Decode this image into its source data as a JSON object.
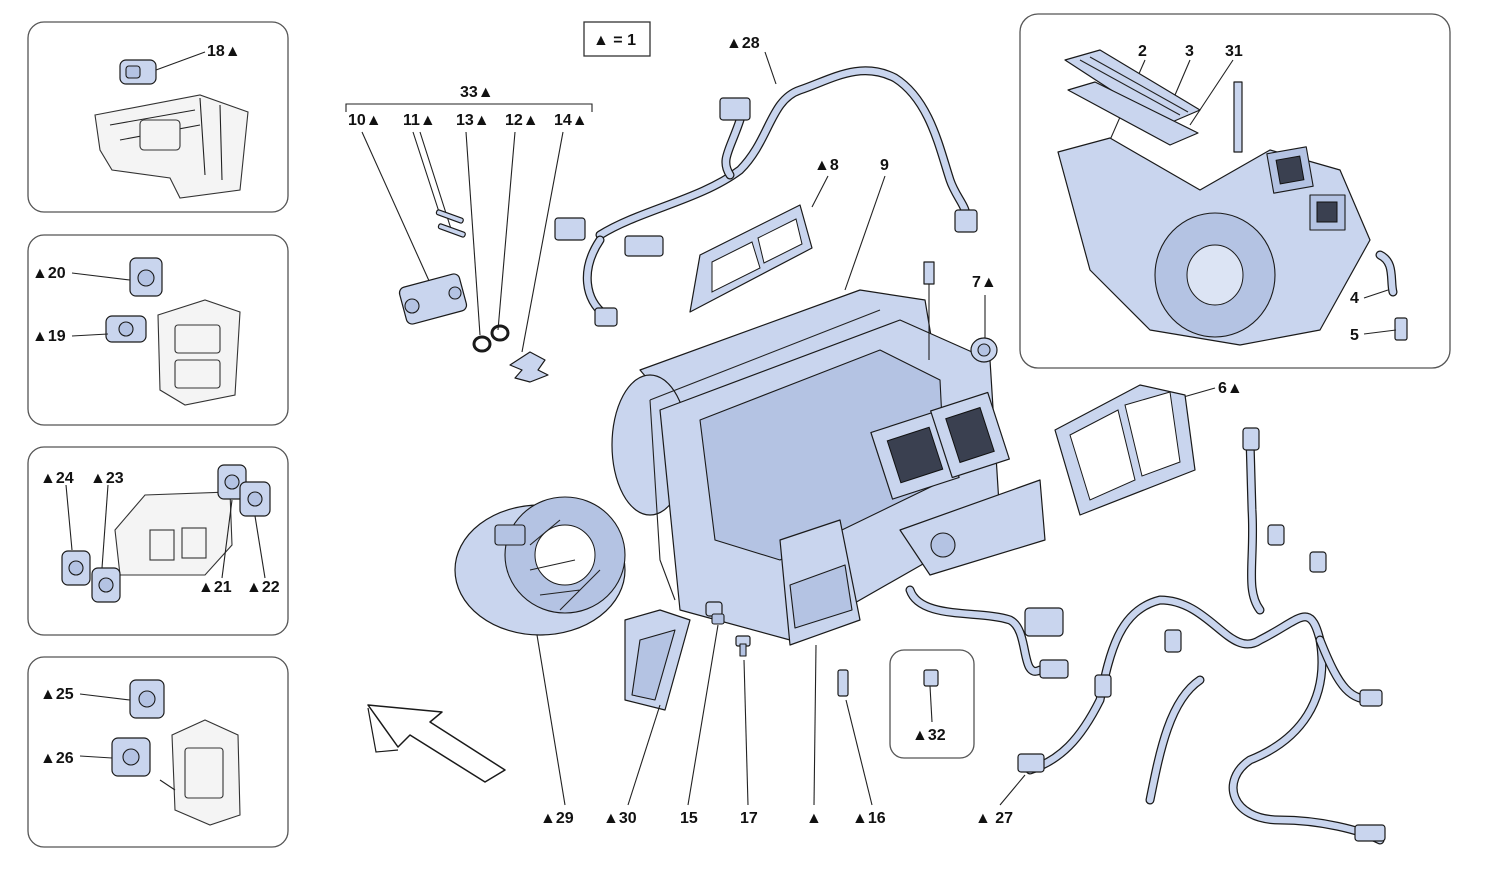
{
  "legend": {
    "text": "▲ = 1"
  },
  "callouts": {
    "c1": "2",
    "c2": "3",
    "c3": "31",
    "c4": "4",
    "c5": "5",
    "c6": "6▲",
    "c7": "7▲",
    "c8": "▲8",
    "c9": "9",
    "c10": "10▲",
    "c11": "11▲",
    "c12": "12▲",
    "c13": "13▲",
    "c14": "14▲",
    "c15": "15",
    "c16": "▲16",
    "c17": "17",
    "c18": "18▲",
    "c19": "▲19",
    "c20": "▲20",
    "c21": "▲21",
    "c22": "▲22",
    "c23": "▲23",
    "c24": "▲24",
    "c25": "▲25",
    "c26": "▲26",
    "c27": "▲ 27",
    "c28": "▲28",
    "c29": "▲29",
    "c30": "▲30",
    "c32": "▲32",
    "c33": "33▲",
    "cA": "▲"
  },
  "colors": {
    "part_fill": "#c9d5ee",
    "outline": "#1a1a1a",
    "panel_border": "#555555"
  }
}
